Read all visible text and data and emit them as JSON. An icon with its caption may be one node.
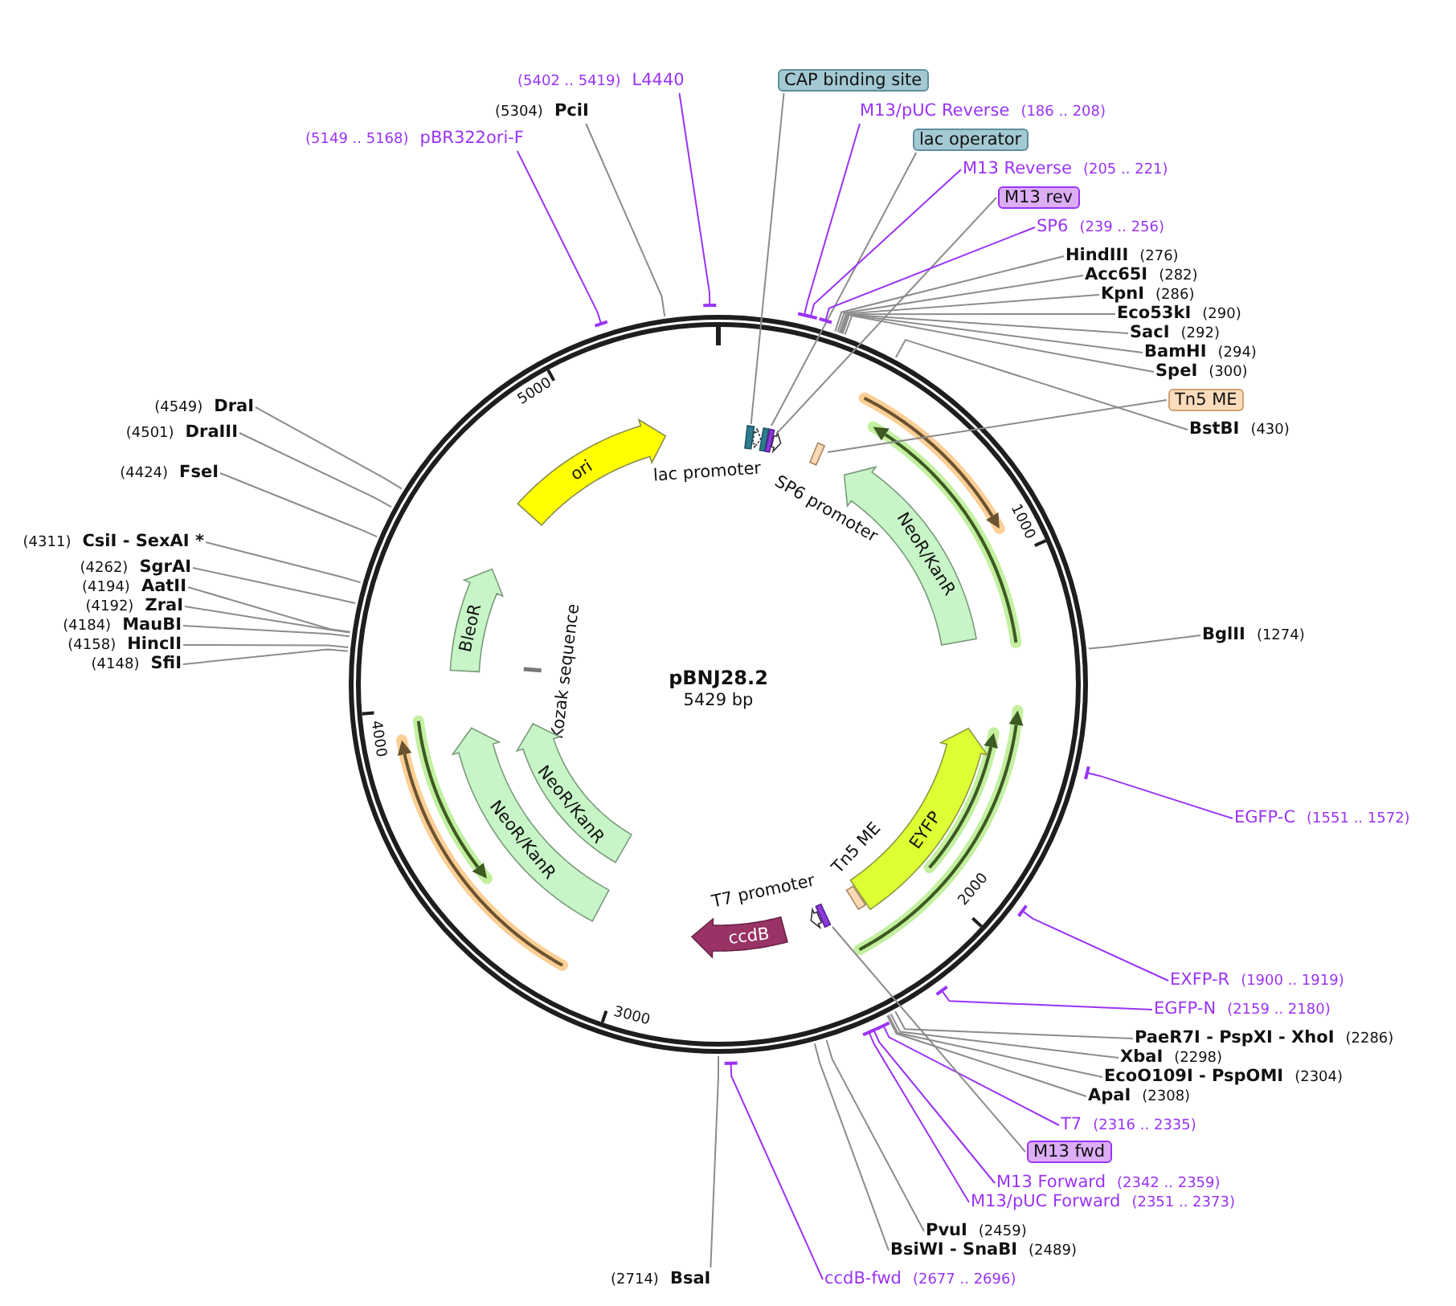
{
  "diagram": {
    "title": "pBNJ28.2",
    "nodes": [
      {
        "text": [
          "(5402 .. 5419)",
          "L4440"
        ]
      },
      {
        "text": [
          "(5304)",
          "PciI"
        ]
      },
      {
        "text": [
          "(5149 .. 5168)",
          "pBR322ori-F"
        ]
      },
      {
        "text": [
          "CAP binding site"
        ]
      },
      {
        "text": [
          "M13/pUC Reverse",
          "(186 .. 208)"
        ]
      },
      {
        "text": [
          "lac operator"
        ]
      },
      {
        "text": [
          "M13 Reverse",
          "(205 .. 221)"
        ]
      },
      {
        "text": [
          "M13 rev"
        ]
      },
      {
        "text": [
          "SP6",
          "(239 .. 256)"
        ]
      },
      {
        "text": [
          "HindIII",
          "(276)"
        ]
      },
      {
        "text": [
          "Acc65I",
          "(282)"
        ]
      },
      {
        "text": [
          "KpnI",
          "(286)"
        ]
      },
      {
        "text": [
          "Eco53kI",
          "(290)"
        ]
      },
      {
        "text": [
          "SacI",
          "(292)"
        ]
      },
      {
        "text": [
          "BamHI",
          "(294)"
        ]
      },
      {
        "text": [
          "SpeI",
          "(300)"
        ]
      },
      {
        "text": [
          "Tn5 ME"
        ]
      },
      {
        "text": [
          "BstBI",
          "(430)"
        ]
      },
      {
        "text": [
          "BglII",
          "(1274)"
        ]
      },
      {
        "text": [
          "EGFP-C",
          "(1551 .. 1572)"
        ]
      },
      {
        "text": [
          "EXFP-R",
          "(1900 .. 1919)"
        ]
      },
      {
        "text": [
          "EGFP-N",
          "(2159 .. 2180)"
        ]
      },
      {
        "text": [
          "PaeR7I - PspXI - XhoI",
          "(2286)"
        ]
      },
      {
        "text": [
          "XbaI",
          "(2298)"
        ]
      },
      {
        "text": [
          "EcoO109I - PspOMI",
          "(2304)"
        ]
      },
      {
        "text": [
          "ApaI",
          "(2308)"
        ]
      },
      {
        "text": [
          "T7",
          "(2316 .. 2335)"
        ]
      },
      {
        "text": [
          "M13 fwd"
        ]
      },
      {
        "text": [
          "M13 Forward",
          "(2342 .. 2359)"
        ]
      },
      {
        "text": [
          "M13/pUC Forward",
          "(2351 .. 2373)"
        ]
      },
      {
        "text": [
          "PvuI",
          "(2459)"
        ]
      },
      {
        "text": [
          "BsiWI - SnaBI",
          "(2489)"
        ]
      },
      {
        "text": [
          "ccdB-fwd",
          "(2677 .. 2696)"
        ]
      },
      {
        "text": [
          "(2714)",
          "BsaI"
        ]
      },
      {
        "text": [
          "(4549)",
          "DraI"
        ]
      },
      {
        "text": [
          "(4501)",
          "DraIII"
        ]
      },
      {
        "text": [
          "(4424)",
          "FseI"
        ]
      },
      {
        "text": [
          "(4311)",
          "CsiI - SexAI *"
        ]
      },
      {
        "text": [
          "(4262)",
          "SgrAI"
        ]
      },
      {
        "text": [
          "(4194)",
          "AatII"
        ]
      },
      {
        "text": [
          "(4192)",
          "ZraI"
        ]
      },
      {
        "text": [
          "(4184)",
          "MauBI"
        ]
      },
      {
        "text": [
          "(4158)",
          "HincII"
        ]
      },
      {
        "text": [
          "(4148)",
          "SfiI"
        ]
      },
      {
        "text": [
          "ori"
        ]
      },
      {
        "text": [
          "NeoR/KanR"
        ]
      },
      {
        "text": [
          "BleoR"
        ]
      },
      {
        "text": [
          "NeoR/KanR"
        ]
      },
      {
        "text": [
          "NeoR/KanR"
        ]
      },
      {
        "text": [
          "EYFP"
        ]
      },
      {
        "text": [
          "ccdB"
        ]
      },
      {
        "text": [],
        "shape": "box"
      },
      {
        "text": [],
        "shape": "box"
      },
      {
        "text": [],
        "shape": "box"
      },
      {
        "text": [],
        "shape": "box"
      },
      {
        "text": [],
        "shape": "box"
      }
    ],
    "edges": [
      {
        "from": 0,
        "to": null,
        "arrow": "other",
        "color": "#9a34f5"
      },
      {
        "from": 1,
        "to": null,
        "arrow": "none"
      },
      {
        "from": 2,
        "to": null,
        "arrow": "other",
        "color": "#9a34f5"
      },
      {
        "from": 3,
        "to": 51,
        "arrow": "none"
      },
      {
        "from": 4,
        "to": null,
        "arrow": "other",
        "color": "#9a34f5"
      },
      {
        "from": 5,
        "to": 52,
        "arrow": "none"
      },
      {
        "from": 6,
        "to": null,
        "arrow": "other",
        "color": "#9a34f5"
      },
      {
        "from": 7,
        "to": 53,
        "arrow": "none"
      },
      {
        "from": 8,
        "to": null,
        "arrow": "other",
        "color": "#9a34f5"
      },
      {
        "from": 9,
        "to": null,
        "arrow": "none"
      },
      {
        "from": 10,
        "to": null,
        "arrow": "none"
      },
      {
        "from": 11,
        "to": null,
        "arrow": "none"
      },
      {
        "from": 12,
        "to": null,
        "arrow": "none"
      },
      {
        "from": 13,
        "to": null,
        "arrow": "none"
      },
      {
        "from": 14,
        "to": null,
        "arrow": "none"
      },
      {
        "from": 15,
        "to": null,
        "arrow": "none"
      },
      {
        "from": 16,
        "to": 54,
        "arrow": "none"
      },
      {
        "from": 17,
        "to": null,
        "arrow": "none"
      },
      {
        "from": 18,
        "to": null,
        "arrow": "none"
      },
      {
        "from": 19,
        "to": null,
        "arrow": "other",
        "color": "#9a34f5"
      },
      {
        "from": 20,
        "to": null,
        "arrow": "other",
        "color": "#9a34f5"
      },
      {
        "from": 21,
        "to": null,
        "arrow": "other",
        "color": "#9a34f5"
      },
      {
        "from": 22,
        "to": null,
        "arrow": "none"
      },
      {
        "from": 23,
        "to": null,
        "arrow": "none"
      },
      {
        "from": 24,
        "to": null,
        "arrow": "none"
      },
      {
        "from": 25,
        "to": null,
        "arrow": "none"
      },
      {
        "from": 26,
        "to": null,
        "arrow": "other",
        "color": "#9a34f5"
      },
      {
        "from": 27,
        "to": 55,
        "arrow": "none"
      },
      {
        "from": 28,
        "to": null,
        "arrow": "other",
        "color": "#9a34f5"
      },
      {
        "from": 29,
        "to": null,
        "arrow": "other",
        "color": "#9a34f5"
      },
      {
        "from": 30,
        "to": null,
        "arrow": "none"
      },
      {
        "from": 31,
        "to": null,
        "arrow": "none"
      },
      {
        "from": 32,
        "to": null,
        "arrow": "other",
        "color": "#9a34f5"
      },
      {
        "from": 33,
        "to": null,
        "arrow": "none"
      },
      {
        "from": 34,
        "to": null,
        "arrow": "none"
      },
      {
        "from": 35,
        "to": null,
        "arrow": "none"
      },
      {
        "from": 36,
        "to": null,
        "arrow": "none"
      },
      {
        "from": 37,
        "to": null,
        "arrow": "none"
      },
      {
        "from": 38,
        "to": null,
        "arrow": "none"
      },
      {
        "from": 39,
        "to": null,
        "arrow": "none"
      },
      {
        "from": 40,
        "to": null,
        "arrow": "none"
      },
      {
        "from": 41,
        "to": null,
        "arrow": "none"
      },
      {
        "from": 42,
        "to": null,
        "arrow": "none"
      },
      {
        "from": 43,
        "to": null,
        "arrow": "none"
      }
    ],
    "labels": [
      "5000",
      "lac promoter",
      "SP6 promoter",
      "1000",
      "Kozak sequence",
      "5429 bp",
      "4000",
      "Tn5 ME",
      "T7 promoter",
      "2000",
      "3000"
    ]
  }
}
